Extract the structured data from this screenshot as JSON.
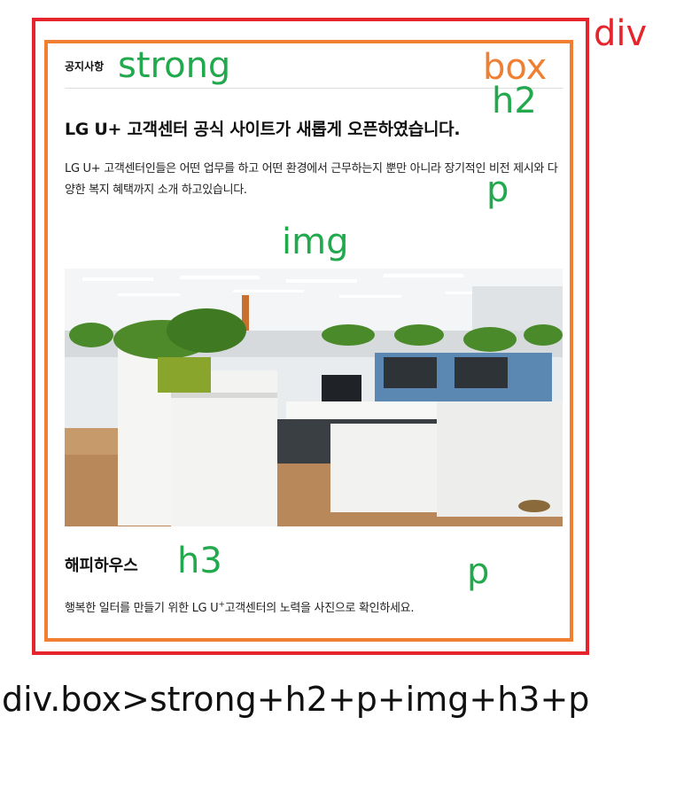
{
  "labels": {
    "div": "div",
    "box": "box",
    "strong": "strong",
    "h2": "h2",
    "p_top": "p",
    "img": "img",
    "h3": "h3",
    "p_bottom": "p"
  },
  "content": {
    "strong": "공지사항",
    "h2": "LG U+ 고객센터 공식 사이트가 새롭게 오픈하였습니다.",
    "p": "LG U+ 고객센터인들은 어떤 업무를 하고 어떤 환경에서 근무하는지 뿐만 아니라 장기적인 비전 제시와 다양한 복지 혜택까지 소개 하고있습니다.",
    "h3": "해피하우스",
    "p2_before": "행복한 일터를 만들기 위한 LG U",
    "p2_sup": "+",
    "p2_after": "고객센터의 노력을 사진으로 확인하세요."
  },
  "emmet": "div.box>strong+h2+p+img+h3+p",
  "colors": {
    "div_outline": "#e5242b",
    "box_outline": "#f07f32",
    "tag_label": "#23a94d"
  },
  "image_subject": "office-photo"
}
